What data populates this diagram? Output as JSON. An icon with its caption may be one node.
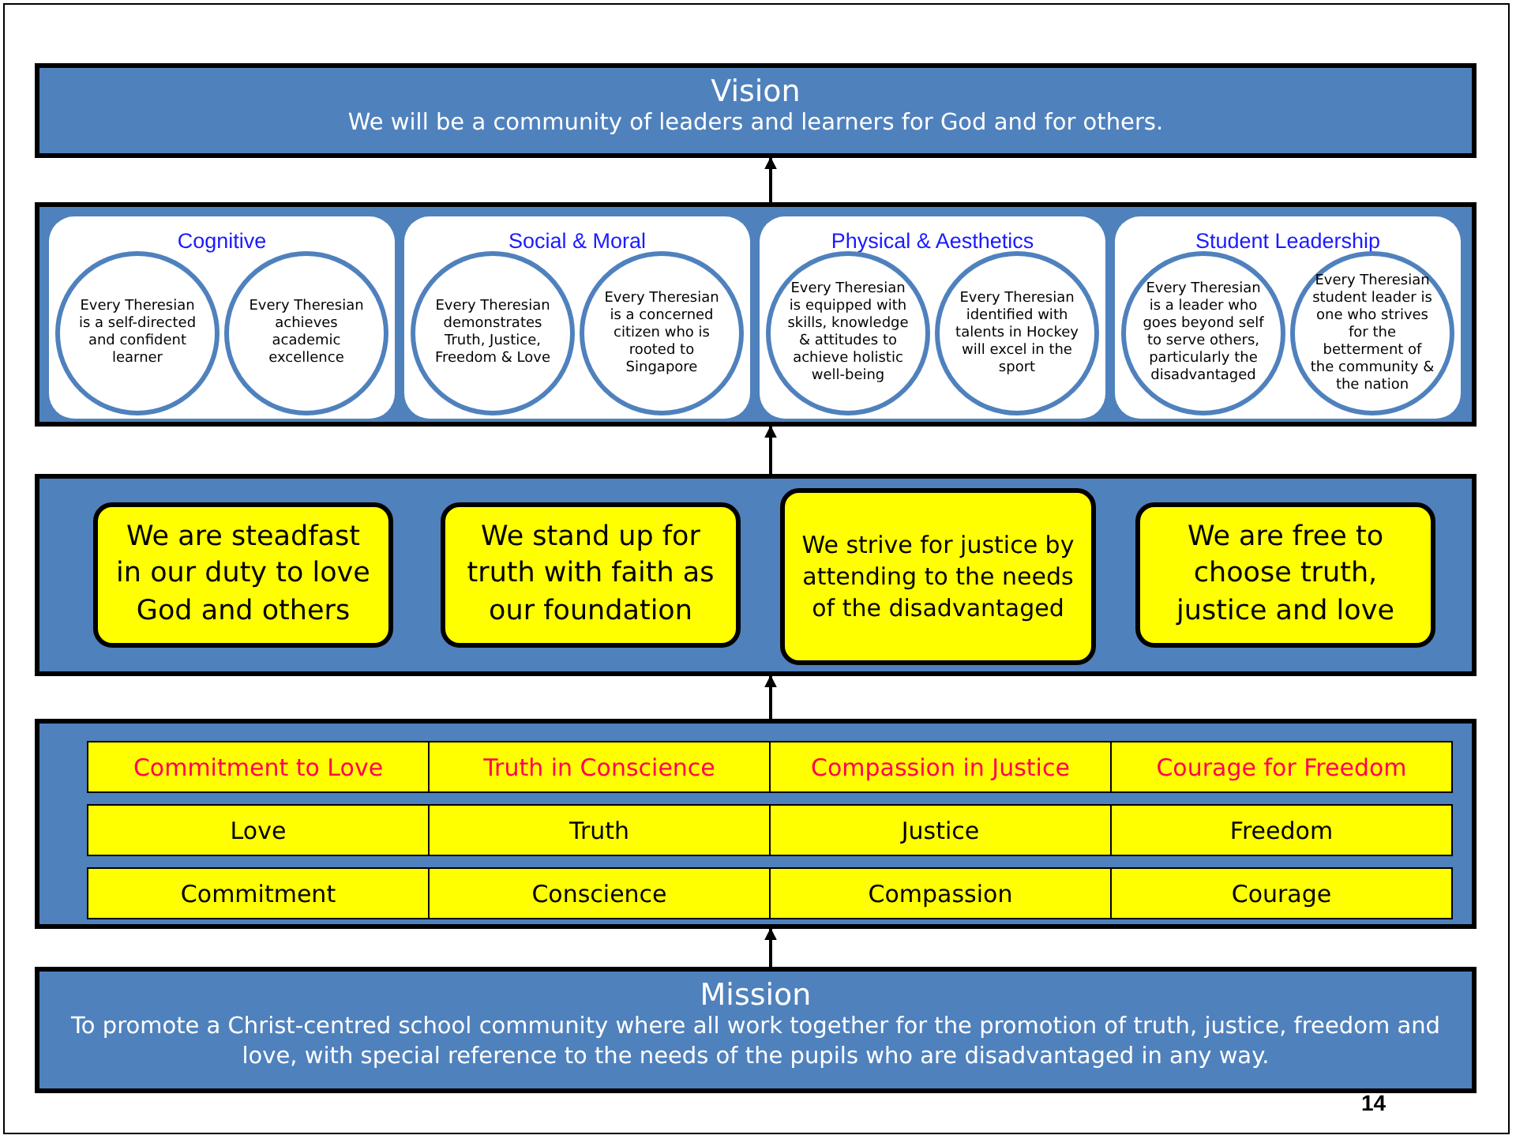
{
  "diagram": {
    "nodes": [
      {
        "text": [
          "Vision",
          "We will be a community of leaders and learners for God and for others."
        ]
      },
      {
        "text": [],
        "shape": "box"
      },
      {
        "text": [
          "Cognitive"
        ],
        "in": 1
      },
      {
        "text": [
          "Every Theresian is a self-directed and confident learner"
        ],
        "in": 2
      },
      {
        "text": [
          "Every Theresian achieves academic excellence"
        ],
        "in": 2
      },
      {
        "text": [
          "Social & Moral"
        ],
        "in": 1
      },
      {
        "text": [
          "Every Theresian demonstrates Truth, Justice, Freedom & Love"
        ],
        "in": 5
      },
      {
        "text": [
          "Every Theresian is a concerned citizen who is rooted to Singapore"
        ],
        "in": 5
      },
      {
        "text": [
          "Physical & Aesthetics"
        ],
        "in": 1
      },
      {
        "text": [
          "Every Theresian is equipped with skills, knowledge & attitudes to achieve holistic well-being"
        ],
        "in": 8
      },
      {
        "text": [
          "Every Theresian identified with talents in Hockey will excel in the sport"
        ],
        "in": 8
      },
      {
        "text": [
          "Student Leadership"
        ],
        "in": 1
      },
      {
        "text": [
          "Every Theresian is a leader who goes beyond self to serve others, particularly the disadvantaged"
        ],
        "in": 11
      },
      {
        "text": [
          "Every Theresian student leader is one who strives for the betterment of the community & the nation"
        ],
        "in": 11
      },
      {
        "text": [],
        "shape": "box"
      },
      {
        "text": [
          "We are steadfast in our duty to love God and others"
        ],
        "in": 14
      },
      {
        "text": [
          "We stand up for truth with faith as our foundation"
        ],
        "in": 14
      },
      {
        "text": [
          "We strive for justice by attending to the needs of the disadvantaged"
        ],
        "in": 14
      },
      {
        "text": [
          "We are free to choose truth, justice and love"
        ],
        "in": 14
      },
      {
        "text": [],
        "shape": "box"
      },
      {
        "text": [
          "Commitment to Love"
        ],
        "in": 19
      },
      {
        "text": [
          "Truth in Conscience"
        ],
        "in": 19
      },
      {
        "text": [
          "Compassion in Justice"
        ],
        "in": 19
      },
      {
        "text": [
          "Courage for Freedom"
        ],
        "in": 19
      },
      {
        "text": [
          "Love"
        ],
        "in": 19
      },
      {
        "text": [
          "Truth"
        ],
        "in": 19
      },
      {
        "text": [
          "Justice"
        ],
        "in": 19
      },
      {
        "text": [
          "Freedom"
        ],
        "in": 19
      },
      {
        "text": [
          "Commitment"
        ],
        "in": 19
      },
      {
        "text": [
          "Conscience"
        ],
        "in": 19
      },
      {
        "text": [
          "Compassion"
        ],
        "in": 19
      },
      {
        "text": [
          "Courage"
        ],
        "in": 19
      },
      {
        "text": [
          "Mission",
          "To promote a Christ-centred school community where all work together for the promotion of truth, justice, freedom and love, with special reference to the needs of the pupils who are disadvantaged in any way."
        ]
      }
    ],
    "edges": [
      {
        "from": 32,
        "to": 19,
        "arrow": "to"
      },
      {
        "from": 19,
        "to": 14,
        "arrow": "to"
      },
      {
        "from": 14,
        "to": 1,
        "arrow": "to"
      },
      {
        "from": 1,
        "to": 0,
        "arrow": "to"
      }
    ],
    "labels": [
      "14"
    ]
  }
}
